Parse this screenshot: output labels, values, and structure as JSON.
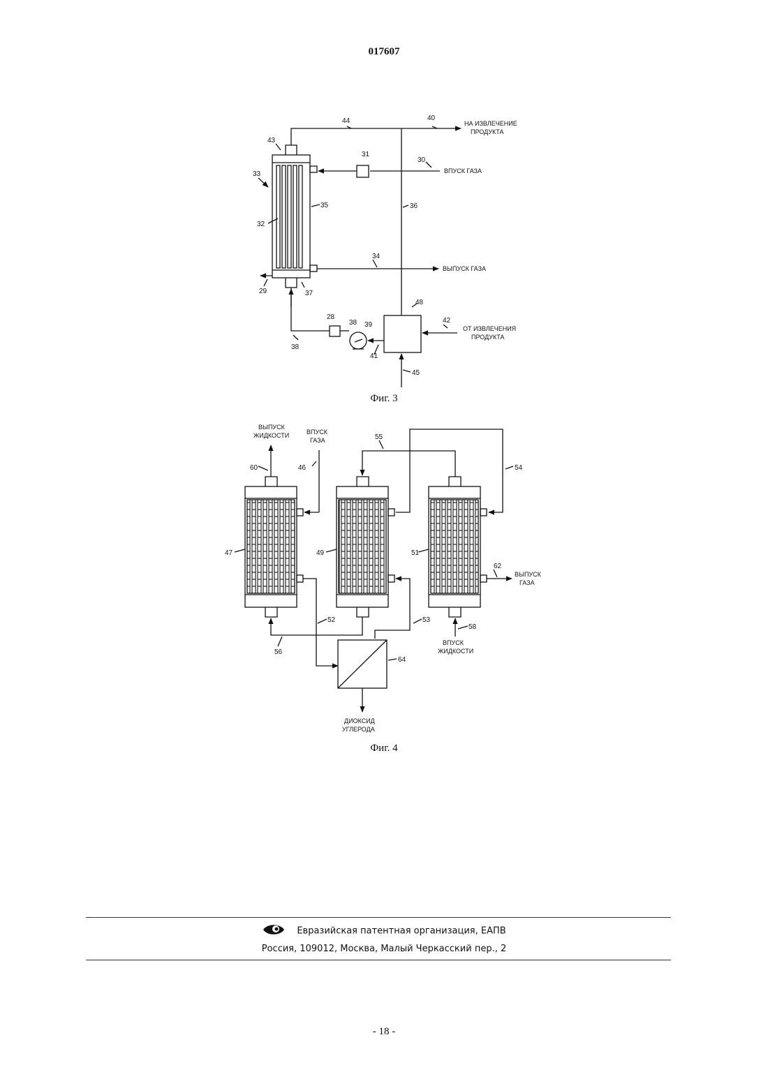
{
  "header": {
    "doc_number": "017607"
  },
  "figure3": {
    "caption": "Фиг. 3",
    "labels": {
      "l44": "44",
      "l40": "40",
      "l43": "43",
      "l31": "31",
      "l30": "30",
      "l33": "33",
      "l35": "35",
      "l36": "36",
      "l32": "32",
      "l34": "34",
      "l29": "29",
      "l37": "37",
      "l48": "48",
      "l28": "28",
      "l38a": "38",
      "l39": "39",
      "l42": "42",
      "l38b": "38",
      "l41": "41",
      "l45": "45"
    },
    "text": {
      "to_product_1": "НА ИЗВЛЕЧЕНИЕ",
      "to_product_2": "ПРОДУКТА",
      "gas_in": "ВПУСК ГАЗА",
      "gas_out": "ВЫПУСК ГАЗА",
      "from_product_1": "ОТ ИЗВЛЕЧЕНИЯ",
      "from_product_2": "ПРОДУКТА"
    }
  },
  "figure4": {
    "caption": "Фиг. 4",
    "labels": {
      "l55": "55",
      "l60": "60",
      "l46": "46",
      "l54": "54",
      "l47": "47",
      "l49": "49",
      "l51": "51",
      "l62": "62",
      "l52": "52",
      "l53": "53",
      "l58": "58",
      "l56": "56",
      "l64": "64"
    },
    "text": {
      "liquid_out_1": "ВЫПУСК",
      "liquid_out_2": "ЖИДКОСТИ",
      "gas_in_1": "ВПУСК",
      "gas_in_2": "ГАЗА",
      "gas_out_1": "ВЫПУСК",
      "gas_out_2": "ГАЗА",
      "liquid_in_1": "ВПУСК",
      "liquid_in_2": "ЖИДКОСТИ",
      "co2_1": "ДИОКСИД",
      "co2_2": "УГЛЕРОДА"
    }
  },
  "footer": {
    "org_logo_icon": "eapo-logo-icon",
    "org_name": "Евразийская патентная организация, ЕАПВ",
    "org_address": "Россия, 109012, Москва, Малый Черкасский пер., 2"
  },
  "page_number": "- 18 -"
}
